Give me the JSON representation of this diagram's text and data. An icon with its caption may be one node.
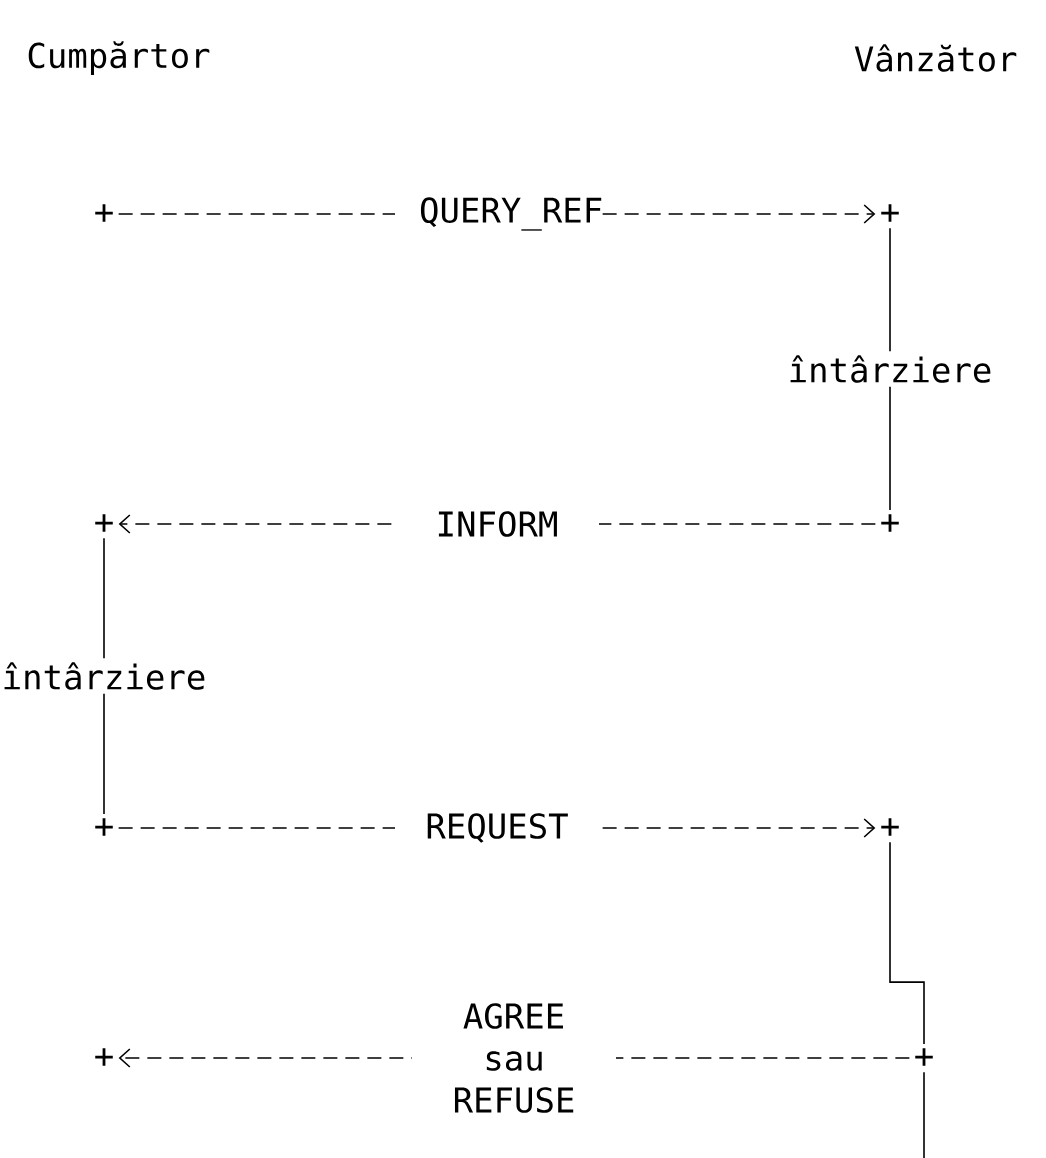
{
  "diagram": {
    "nodes": [
      {
        "text": [
          "+"
        ]
      },
      {
        "text": [
          "+"
        ]
      },
      {
        "text": [
          "+"
        ]
      },
      {
        "text": [
          "+"
        ]
      },
      {
        "text": [
          "+"
        ]
      },
      {
        "text": [
          "+"
        ]
      },
      {
        "text": [
          "+"
        ]
      },
      {
        "text": [
          "+"
        ]
      }
    ],
    "edges": [
      {
        "from": 0,
        "to": 1,
        "arrow": "to",
        "label": "QUERY_REF",
        "style": "dashed"
      },
      {
        "from": 1,
        "to": 2,
        "arrow": "none",
        "label": "întârziere"
      },
      {
        "from": 2,
        "to": 3,
        "arrow": "to",
        "label": "INFORM",
        "style": "dashed"
      },
      {
        "from": 3,
        "to": 4,
        "arrow": "none",
        "label": "întârziere"
      },
      {
        "from": 4,
        "to": 5,
        "arrow": "to",
        "label": "REQUEST",
        "style": "dashed"
      },
      {
        "from": 5,
        "to": 6,
        "arrow": "none"
      },
      {
        "from": 6,
        "to": 7,
        "arrow": "to",
        "label": "AGREE sau REFUSE",
        "style": "dashed"
      },
      {
        "from": 6,
        "to": null,
        "arrow": "none"
      }
    ],
    "labels": [
      "Cumpărtor",
      "Vânzător"
    ]
  }
}
